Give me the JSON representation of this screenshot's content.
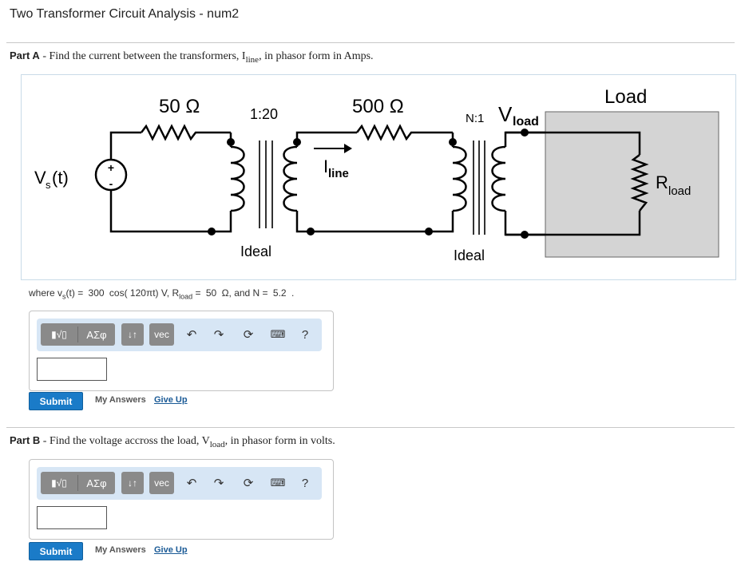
{
  "page": {
    "title": "Two Transformer Circuit Analysis - num2"
  },
  "part_a": {
    "label": "Part A",
    "prompt_prefix": " - Find the current between the transformers, I",
    "prompt_sub": "line",
    "prompt_suffix": ", in phasor form in Amps.",
    "submit_label": "Submit",
    "my_answers_label": "My Answers",
    "give_up_label": "Give Up",
    "answer_value": ""
  },
  "part_b": {
    "label": "Part B",
    "prompt_prefix": " - Find the voltage accross the load, V",
    "prompt_sub": "load",
    "prompt_suffix": ", in phasor form in volts.",
    "submit_label": "Submit",
    "my_answers_label": "My Answers",
    "give_up_label": "Give Up",
    "answer_value": ""
  },
  "circuit": {
    "r1_label": "50 Ω",
    "ratio1_label": "1:20",
    "r2_label": "500 Ω",
    "ratio2_label": "N:1",
    "vload_main": "V",
    "vload_sub": "load",
    "load_label": "Load",
    "vs_main": "V",
    "vs_sub": "s",
    "vs_suffix": "(t)",
    "iline_main": "I",
    "iline_sub": "line",
    "rload_main": "R",
    "rload_sub": "load",
    "ideal1_label": "Ideal",
    "ideal2_label": "Ideal",
    "plus": "+",
    "minus": "-"
  },
  "given": {
    "where_text": "where v",
    "vs_sub": "s",
    "t_eq": "(t) =",
    "amplitude": "300",
    "cos_expr": "cos( 120πt) V, R",
    "rload_sub": "load",
    "eq": "=",
    "rload_value": "50",
    "n_text": "Ω, and N =",
    "n_value": "5.2",
    "period": "."
  },
  "toolbar": {
    "templates_label": "▮√▯",
    "greek_label": "ΑΣφ",
    "arrows_label": "↓↑",
    "vec_label": "vec",
    "undo_icon": "undo-icon",
    "redo_icon": "redo-icon",
    "reset_icon": "reset-icon",
    "keyboard_icon": "keyboard-icon",
    "help_label": "?"
  },
  "colors": {
    "accent": "#1a7bc8",
    "toolbar_bg": "#d7e6f5",
    "load_box": "#d4d4d4",
    "link": "#1a5a96"
  }
}
